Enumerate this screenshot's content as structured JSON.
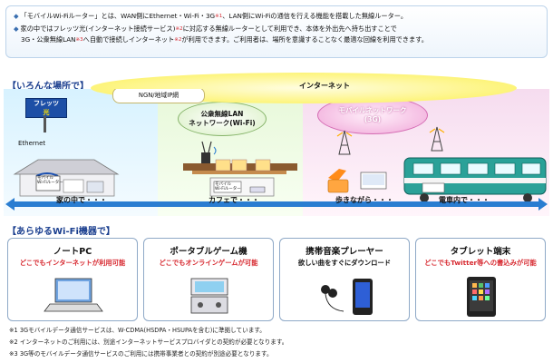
{
  "intro": {
    "bullet1": "「モバイルWi-Fiルーター」とは、WAN側にEthernet・Wi-Fi・3G",
    "bullet1_sup": "※1",
    "bullet1_rest": "、LAN側にWi-Fiの通信を行える機能を搭載した無線ルーター。",
    "bullet2": "家の中ではフレッツ光(インターネット接続サービス)",
    "bullet2_sup": "※2",
    "bullet2_rest": "に対応する無線ルーターとして利用でき、本体を外出先へ持ち出すことで",
    "bullet2_line2": "3G・公衆無線LAN",
    "bullet2_line2_sup": "※3",
    "bullet2_line2_rest": "へ自動で接続しインターネット",
    "bullet2_line2_sup2": "※2",
    "bullet2_line2_rest2": "が利用できます。ご利用者は、場所を意識することなく最適な回線を利用できます。"
  },
  "section1_title": "【いろんな場所で】",
  "network": {
    "internet": "インターネット",
    "ngn": "NGN/地域IP網",
    "public_lan": "公衆無線LAN\nネットワーク(Wi-Fi)",
    "mobile": "モバイルネットワーク\n(3G)",
    "flets_logo": "フレッツ",
    "flets_logo_sub": "光",
    "ethernet": "Ethernet",
    "router_label": "モバイル\nWi-Fiルーター"
  },
  "places": [
    "家の中で・・・",
    "カフェで・・・",
    "歩きながら・・・",
    "電車内で・・・"
  ],
  "section2_title": "【あらゆるWi-Fi機器で】",
  "devices": [
    {
      "title": "ノートPC",
      "subtitle": "どこでもインターネットが利用可能",
      "icon": "laptop-icon",
      "sub_color": "#d7282f"
    },
    {
      "title": "ポータブルゲーム機",
      "subtitle": "どこでもオンラインゲームが可能",
      "icon": "game-console-icon",
      "sub_color": "#d7282f"
    },
    {
      "title": "携帯音楽プレーヤー",
      "subtitle": "欲しい曲をすぐにダウンロード",
      "icon": "music-player-icon",
      "sub_color": "#111111"
    },
    {
      "title": "タブレット端末",
      "subtitle": "どこでもTwitter等への書込みが可能",
      "icon": "tablet-icon",
      "sub_color": "#d7282f"
    }
  ],
  "footnotes": [
    "※1 3Gモバイルデータ通信サービスは、W-CDMA(HSDPA・HSUPAを含む)に準拠しています。",
    "※2 インターネットのご利用には、別途インターネットサービスプロバイダとの契約が必要となります。",
    "※3 3G等のモバイルデータ通信サービスのご利用には携帯事業者との契約が別途必要となります。"
  ],
  "colors": {
    "accent": "#1b3f8f",
    "red": "#d7282f",
    "arrow": "#2a7dd1"
  }
}
